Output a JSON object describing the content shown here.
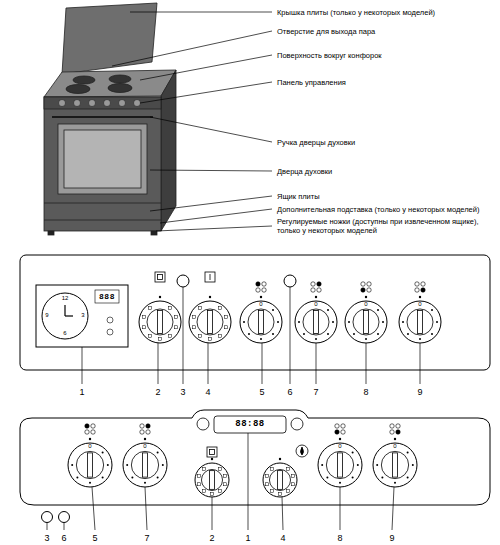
{
  "diagram": {
    "labels": [
      "Крышка плиты (только у некоторых моделей)",
      "Отверстие для выхода пара",
      "Поверхность вокруг конфорок",
      "Панель управления",
      "Ручка дверцы духовки",
      "Дверца духовки",
      "Ящик плиты",
      "Дополнительная подставка (только у некоторых моделей)",
      "Регулируемые ножки (доступны при извлеченном ящике), только у некоторых моделей",
      "1",
      "2",
      "3",
      "4",
      "5",
      "6",
      "7",
      "8",
      "9",
      "3",
      "6",
      "5",
      "7",
      "2",
      "1",
      "4",
      "8",
      "9",
      "12",
      "3",
      "6",
      "9",
      "888",
      "88:88",
      "0",
      "0",
      "0",
      "0",
      "0",
      "0",
      "0",
      "0"
    ]
  }
}
